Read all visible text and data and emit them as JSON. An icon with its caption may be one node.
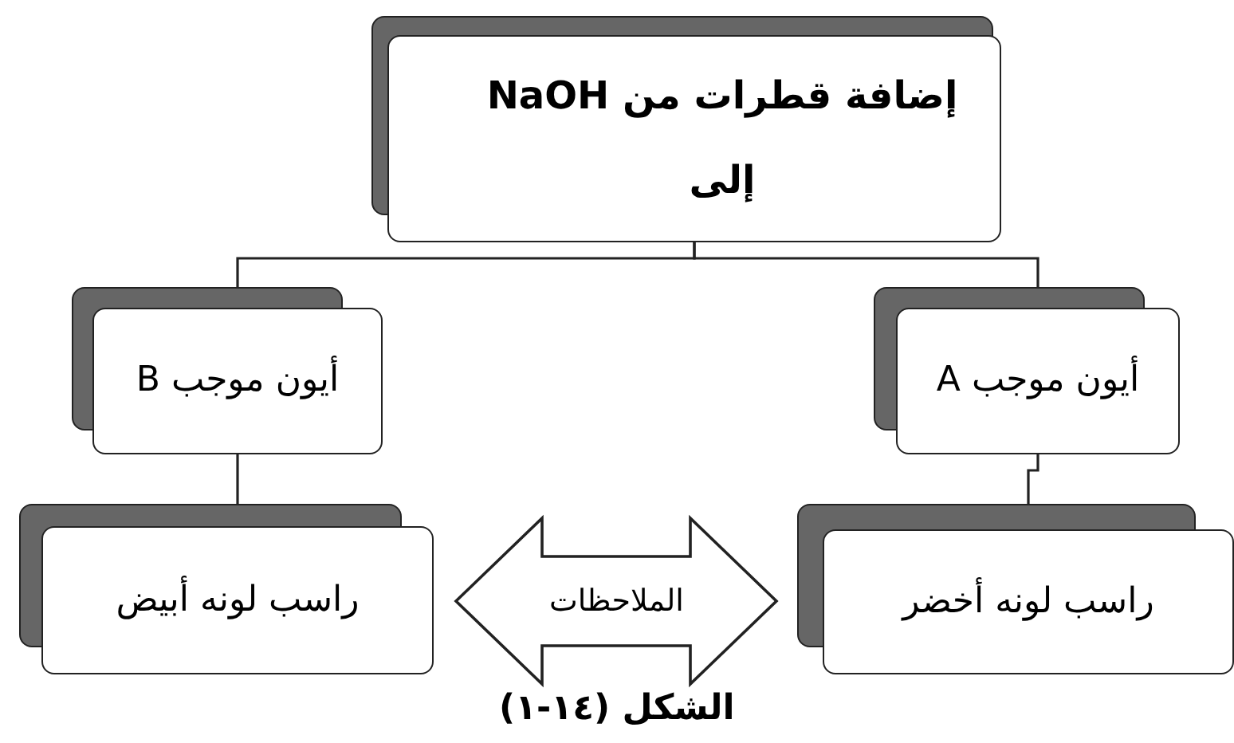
{
  "diagram": {
    "caption": "الشكل (١٤-١)",
    "nodes": [
      {
        "text": [
          "إضافة قطرات من NaOH إلى"
        ]
      },
      {
        "text": [
          "أيون موجب A"
        ]
      },
      {
        "text": [
          "أيون موجب B"
        ]
      },
      {
        "text": [
          "راسب لونه أخضر"
        ]
      },
      {
        "text": [
          "راسب لونه أبيض"
        ]
      }
    ],
    "edges": [
      {
        "from": 0,
        "to": 1,
        "arrow": "none"
      },
      {
        "from": 0,
        "to": 2,
        "arrow": "none"
      },
      {
        "from": 1,
        "to": 3,
        "arrow": "none"
      },
      {
        "from": 2,
        "to": 4,
        "arrow": "none"
      },
      {
        "from": 4,
        "to": 3,
        "arrow": "both",
        "label": "الملاحظات"
      }
    ]
  }
}
